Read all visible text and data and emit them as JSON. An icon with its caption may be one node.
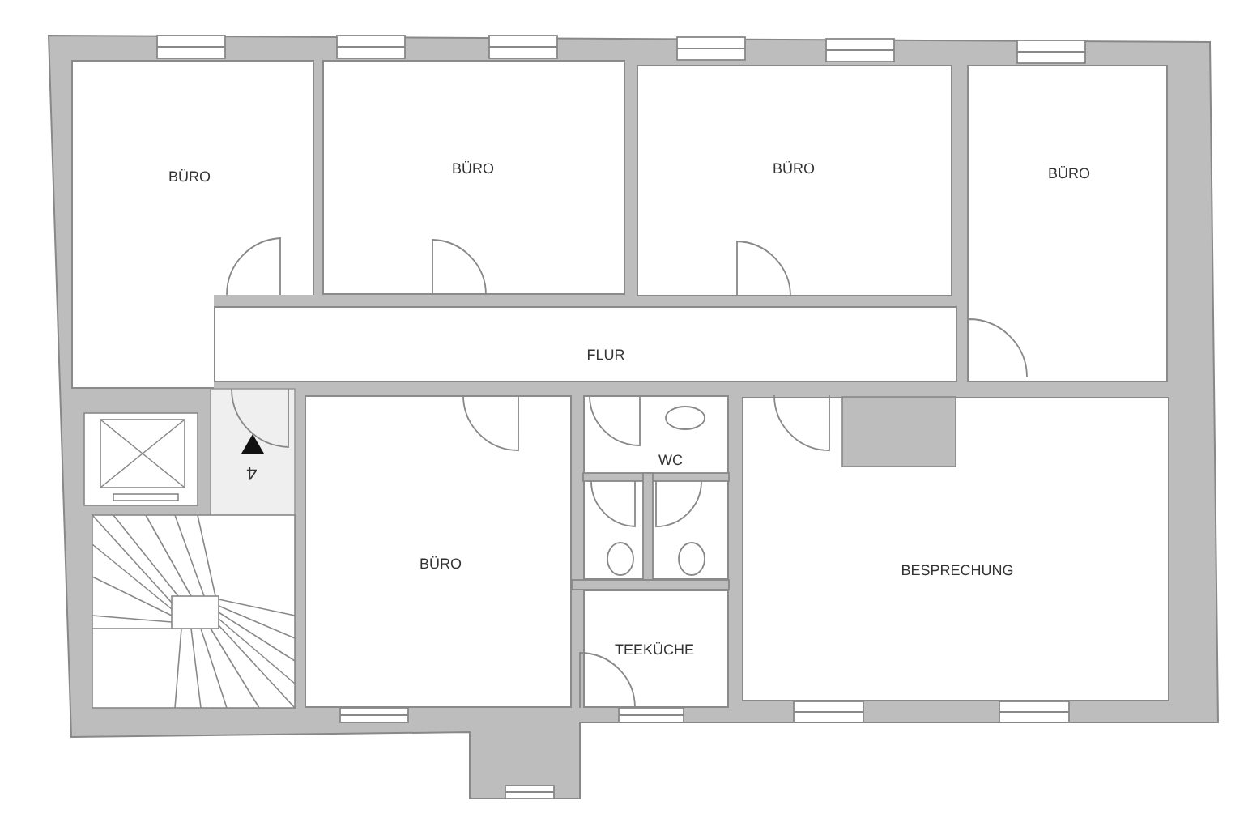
{
  "diagram": {
    "nodes": [
      {
        "text": [
          "BÜRO"
        ]
      },
      {
        "text": [
          "BÜRO"
        ]
      },
      {
        "text": [
          "BÜRO"
        ]
      },
      {
        "text": [
          "BÜRO"
        ]
      },
      {
        "text": [
          "FLUR"
        ]
      },
      {
        "text": [
          "BÜRO"
        ]
      },
      {
        "text": [
          "WC"
        ]
      },
      {
        "text": [
          "BESPRECHUNG"
        ]
      },
      {
        "text": [
          "TEEKÜCHE"
        ]
      }
    ],
    "labels": [
      "4"
    ]
  }
}
